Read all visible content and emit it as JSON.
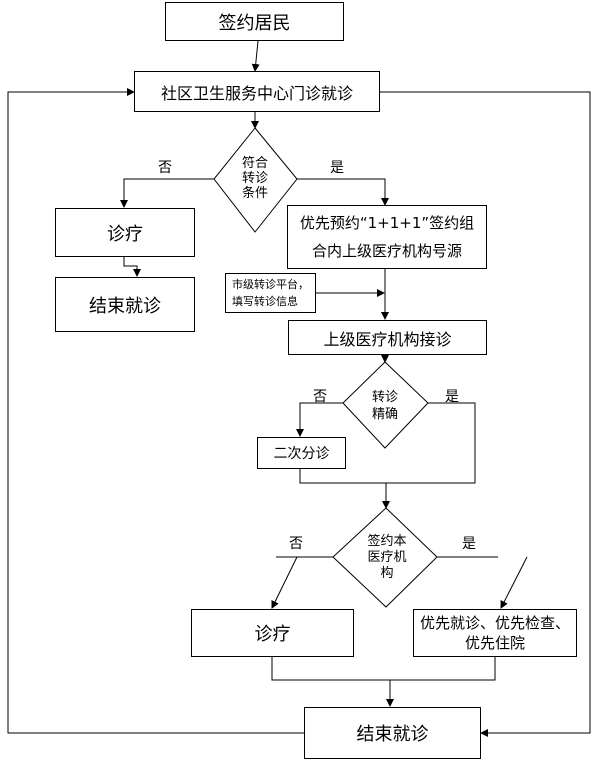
{
  "nodes": {
    "signed_residents": "签约居民",
    "community_visit": "社区卫生服务中心门诊就诊",
    "meets_referral": [
      "符合",
      "转诊",
      "条件"
    ],
    "treatment_left": "诊疗",
    "end_left": "结束就诊",
    "priority_booking_line1": "优先预约“1+1+1”签约组",
    "priority_booking_line2": "合内上级医疗机构号源",
    "city_platform_line1": "市级转诊平台，",
    "city_platform_line2": "填写转诊信息",
    "upper_receive": "上级医疗机构接诊",
    "referral_accurate": [
      "转诊",
      "精确"
    ],
    "second_triage": "二次分诊",
    "signed_institution": [
      "签约本",
      "医疗机",
      "构"
    ],
    "treatment_bottom": "诊疗",
    "priority_services_line1": "优先就诊、优先检查、",
    "priority_services_line2": "优先住院",
    "end_final": "结束就诊"
  },
  "labels": {
    "no1": "否",
    "yes1": "是",
    "no2": "否",
    "yes2": "是",
    "no3": "否",
    "yes3": "是"
  }
}
